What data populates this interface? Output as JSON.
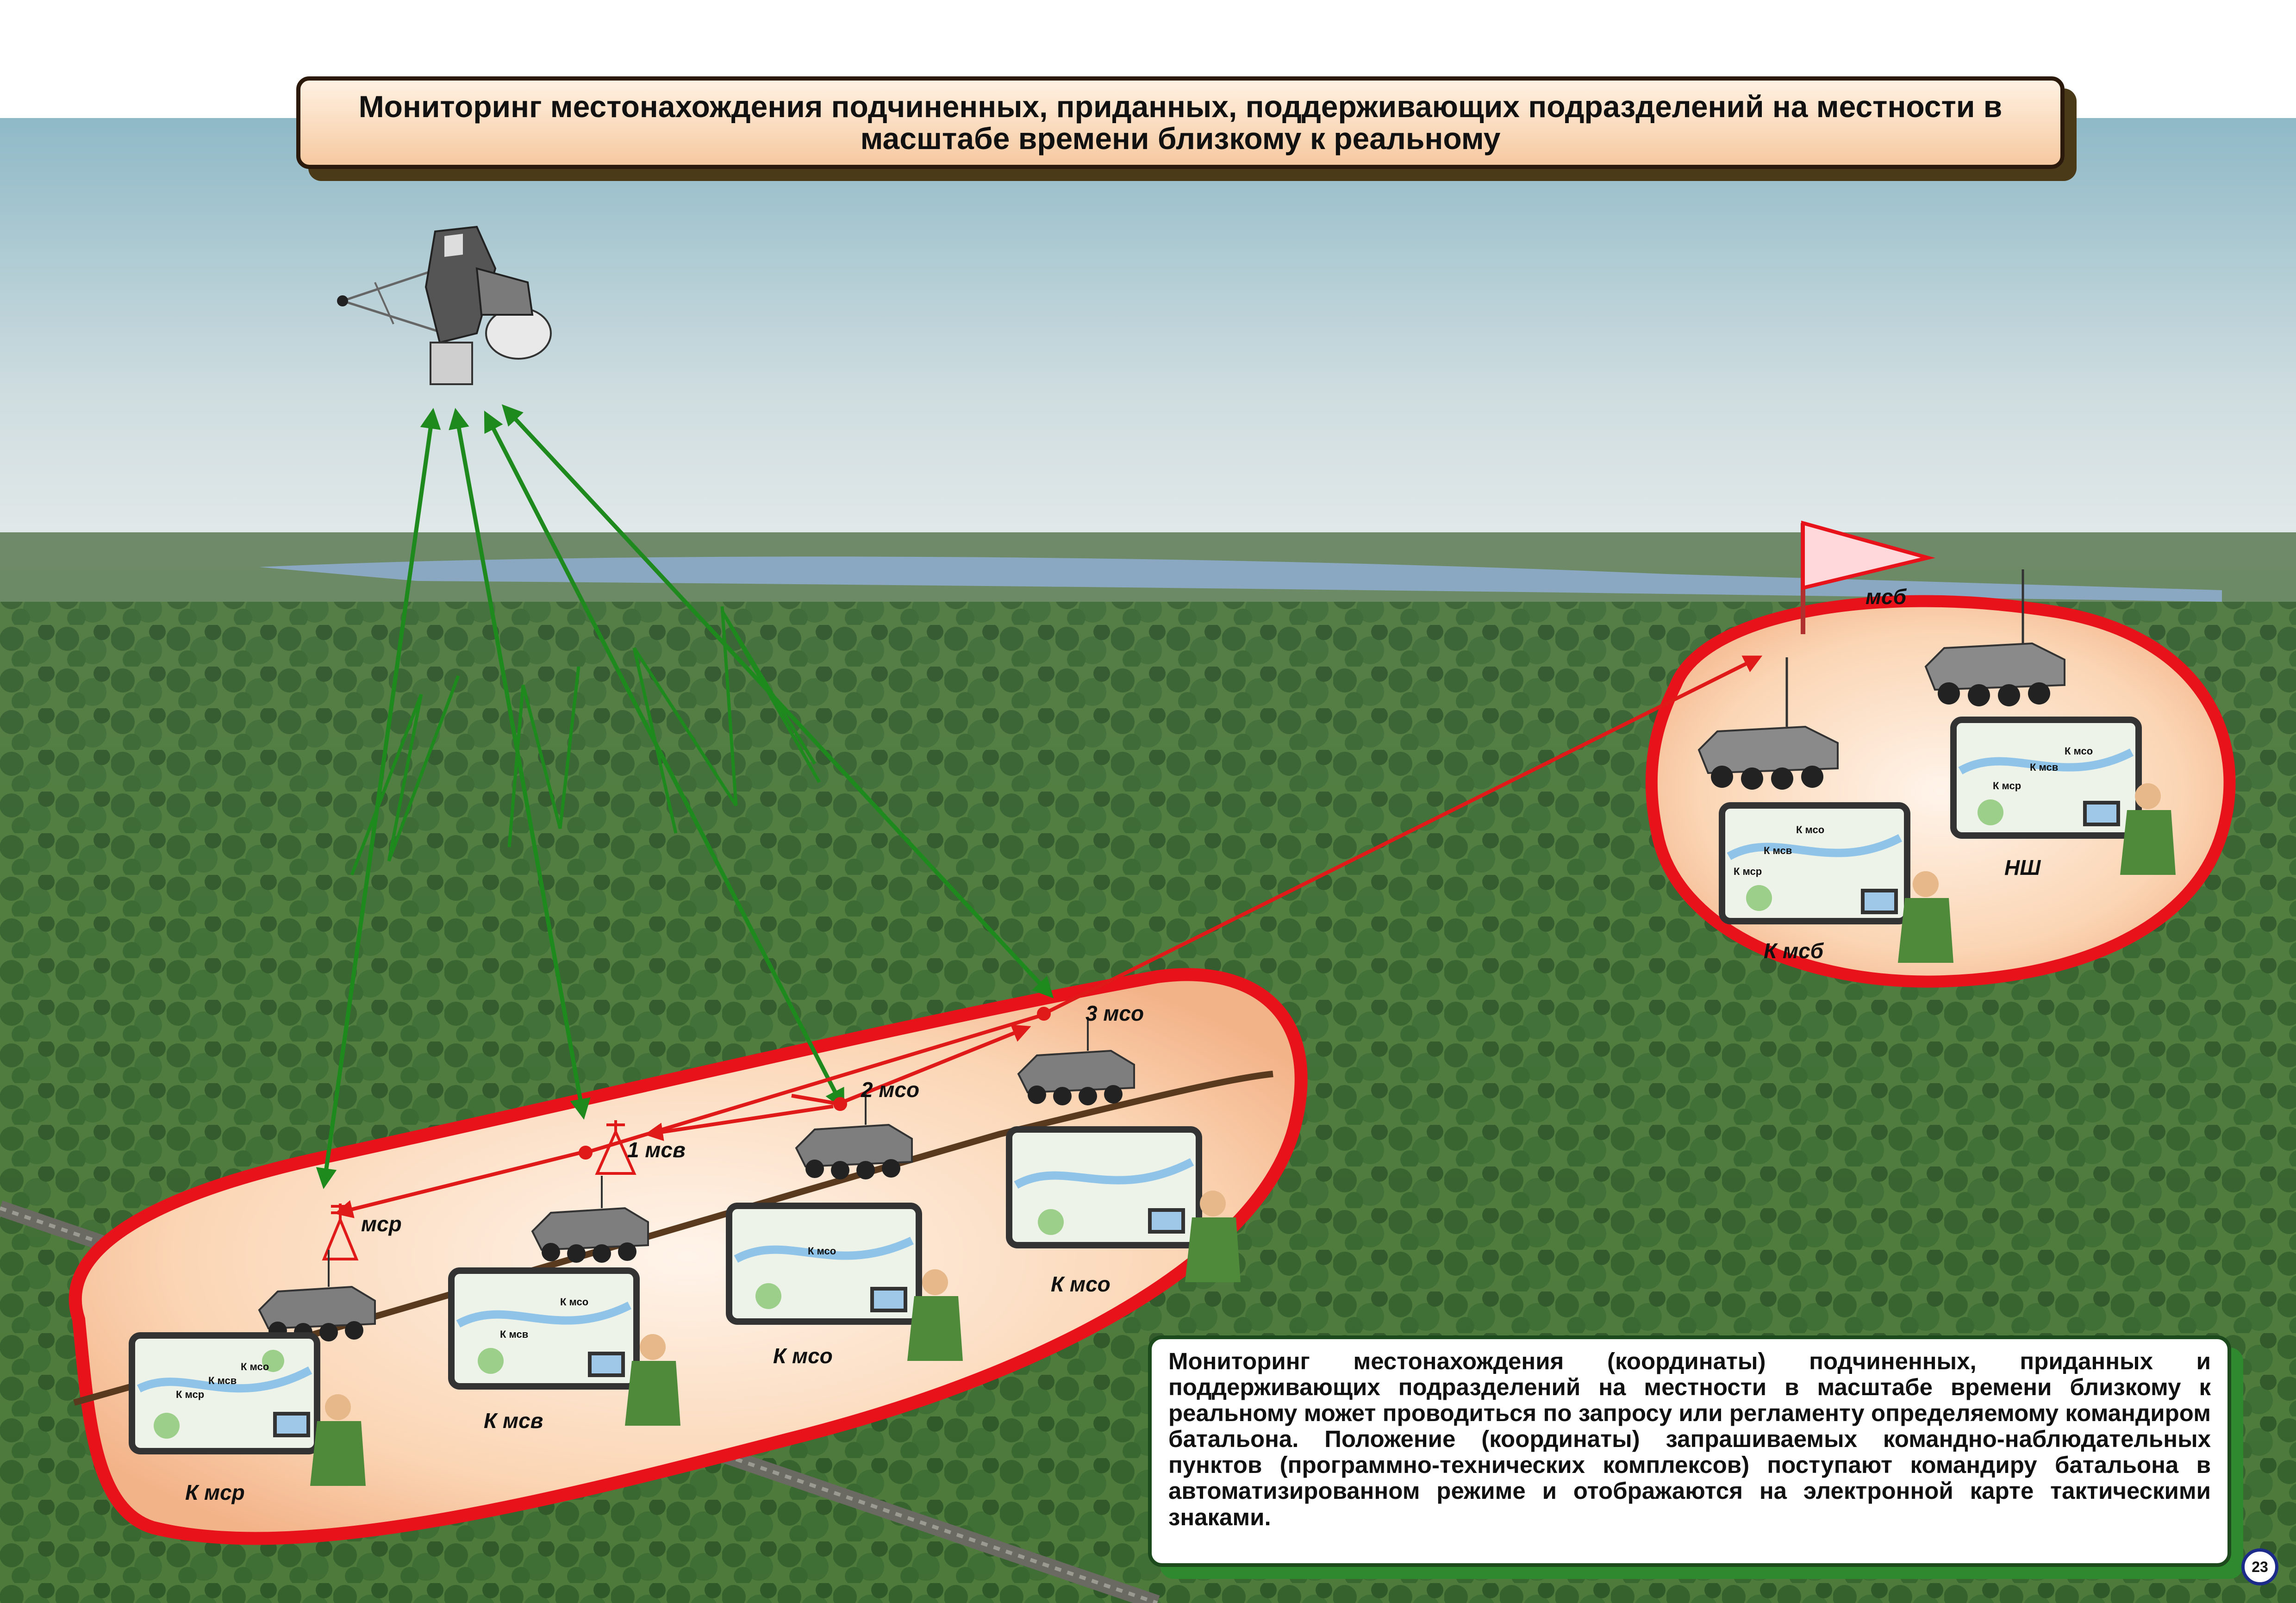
{
  "title": "Мониторинг местонахождения подчиненных, приданных, поддерживающих подразделений на местности в масштабе времени близкому к реальному",
  "description": "Мониторинг местонахождения (координаты) подчиненных, приданных и поддерживающих подразделений на местности в масштабе времени близкому к реальному может проводиться по запросу или регламенту определяемому командиром батальона. Положение (координаты) запрашиваемых командно-наблюдательных пунктов (программно-технических комплексов) поступают командиру батальона в автоматизированном режиме и отображаются на электронной карте тактическими знаками.",
  "page_number": "23",
  "hq_group": {
    "flag_label": "мсб",
    "commander_label": "К мсб",
    "chief_of_staff_label": "НШ",
    "screen_left": [
      "К мсо",
      "К мсв",
      "К мср"
    ],
    "screen_right": [
      "К мсо",
      "К мсв",
      "К мср"
    ]
  },
  "field_group": {
    "units": {
      "msr": "мср",
      "msv1": "1 мсв",
      "mso2": "2 мсо",
      "mso3": "3 мсо"
    },
    "commanders": {
      "k_msr": "К мср",
      "k_msv": "К мсв",
      "k_mso_a": "К мсо",
      "k_mso_b": "К мсо"
    },
    "screens": {
      "s1": [
        "К мсо",
        "К мсв",
        "К мср"
      ],
      "s2": [
        "К мсо",
        "К мсв"
      ],
      "s3": [
        "К мсо"
      ]
    }
  },
  "colors": {
    "zone_fill": "#fcd0ad",
    "zone_border": "#e8121a",
    "satellite_link": "#1e8a1e",
    "data_link": "#e01919",
    "title_fill": "#fbd9b6",
    "info_shadow": "#2f8a2f"
  },
  "icons": [
    "satellite-icon",
    "flag-icon",
    "armored-vehicle-icon",
    "operator-icon",
    "map-screen-icon",
    "laptop-icon",
    "antenna-mast-icon"
  ]
}
